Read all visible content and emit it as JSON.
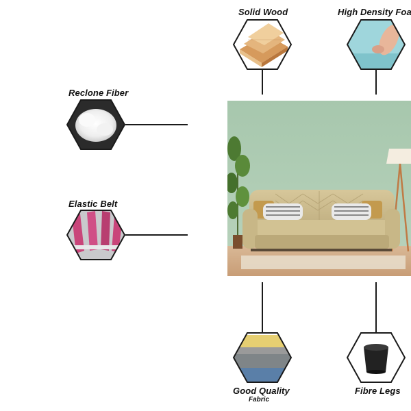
{
  "features": {
    "solid_wood": "Solid Wood",
    "high_density_foam": "High Density Foam",
    "reclone_fiber": "Reclone Fiber",
    "elastic_belt": "Elastic Belt",
    "good_quality": "Good Quality",
    "fabric": "Fabric",
    "fibre_legs": "Fibre Legs"
  },
  "colors": {
    "wall": "#a8c8ae",
    "sofa": "#c9b98a",
    "line": "#1a1a1a"
  }
}
